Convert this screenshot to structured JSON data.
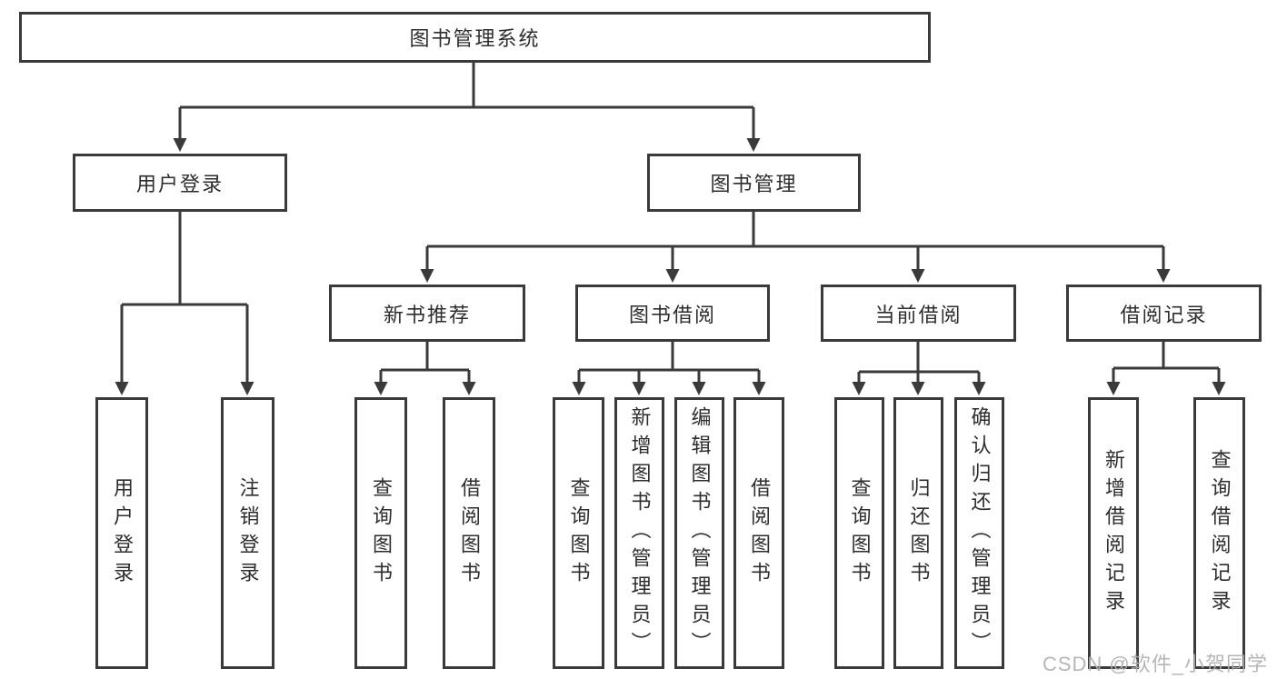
{
  "tree": {
    "root": {
      "label": "图书管理系统",
      "children": [
        {
          "label": "用户登录",
          "children": [
            {
              "label": "用户登录"
            },
            {
              "label": "注销登录"
            }
          ]
        },
        {
          "label": "图书管理",
          "children": [
            {
              "label": "新书推荐",
              "children": [
                {
                  "label": "查询图书"
                },
                {
                  "label": "借阅图书"
                }
              ]
            },
            {
              "label": "图书借阅",
              "children": [
                {
                  "label": "查询图书"
                },
                {
                  "label": "新增图书（管理员）"
                },
                {
                  "label": "编辑图书（管理员）"
                },
                {
                  "label": "借阅图书"
                }
              ]
            },
            {
              "label": "当前借阅",
              "children": [
                {
                  "label": "查询图书"
                },
                {
                  "label": "归还图书"
                },
                {
                  "label": "确认归还（管理员）"
                }
              ]
            },
            {
              "label": "借阅记录",
              "children": [
                {
                  "label": "新增借阅记录"
                },
                {
                  "label": "查询借阅记录"
                }
              ]
            }
          ]
        }
      ]
    }
  },
  "watermark": {
    "text": "CSDN @软件_小贺同学"
  },
  "colors": {
    "line": "#3a3a3a",
    "box_border": "#3a3a3a",
    "text": "#2d2d2d",
    "background": "#ffffff",
    "watermark": "#b0b0b0"
  }
}
